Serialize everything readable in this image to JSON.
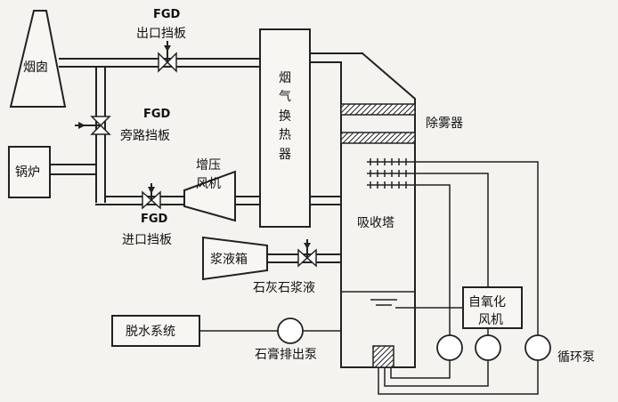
{
  "labels": {
    "stack": "烟囱",
    "boiler": "锅炉",
    "fgd_outlet_code": "FGD",
    "fgd_outlet": "出口挡板",
    "fgd_bypass_code": "FGD",
    "fgd_bypass": "旁路挡板",
    "fgd_inlet_code": "FGD",
    "fgd_inlet": "进口挡板",
    "booster_fan_line1": "增压",
    "booster_fan_line2": "风机",
    "gas_heater_1": "烟",
    "gas_heater_2": "气",
    "gas_heater_3": "换",
    "gas_heater_4": "热",
    "gas_heater_5": "器",
    "mist_eliminator": "除雾器",
    "absorber": "吸收塔",
    "slurry_tank": "浆液箱",
    "limestone_slurry": "石灰石浆液",
    "oxidation_fan_line1": "自氧化",
    "oxidation_fan_line2": "风机",
    "dewatering_system": "脱水系统",
    "gypsum_pump": "石膏排出泵",
    "circulation_pump": "循环泵"
  },
  "colors": {
    "line": "#222222",
    "background": "#f4f3ef"
  },
  "icons": {
    "valve": "bowtie-valve",
    "pump": "circle-pump",
    "fan": "trapezoid-fan",
    "stack": "chimney-trapezoid"
  }
}
